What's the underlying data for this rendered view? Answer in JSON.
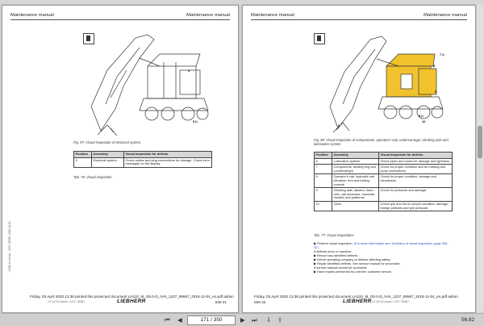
{
  "left_page": {
    "header_left": "Maintenance manual",
    "header_right": "Maintenance manual",
    "figure_caption": "Fig. 97: Visual inspection of electrical system",
    "callouts": [
      "9",
      "9 ▷"
    ],
    "table": {
      "headers": [
        "Position",
        "Assembly",
        "Visual inspection for defects"
      ],
      "rows": [
        [
          "9",
          "Electrical system",
          "Check cables and plug connections for damage. Check error messages on the display."
        ]
      ]
    },
    "table_caption": "Tab. 76: Visual inspection",
    "side_text": "LH110 M Litronic - 1227_89567_2019-12-04",
    "footer_line1": "Friday, 03.April 2020 13:38 printed this protected document LH110_M_G6.0-D_IVAI_1227_89567_2019-12-04_en.pdf admin",
    "footer_small": "LH 110 M Litronic / 1227 / 89567",
    "logo": "LIEBHERR",
    "page_number": "030-41"
  },
  "right_page": {
    "header_left": "Maintenance manual",
    "header_right": "Maintenance manual",
    "callouts": [
      "7 ▷",
      "8",
      "5",
      "9 ▷",
      "10",
      "6"
    ],
    "figure_caption": "Fig. 98: Visual inspection of components, operator's cab, undercarriage, climbing aids and lubrication system",
    "table": {
      "headers": [
        "Position",
        "Assembly",
        "Visual inspection for defects"
      ],
      "rows": [
        [
          "6",
          "Lubrication system",
          "Check pipes and hoses for damage and tightness."
        ],
        [
          "7",
          "Components, slewing ring and counterweight",
          "Check for proper condition and for missing and loose connections."
        ],
        [
          "8",
          "Operator's cab, hydraulic cab elevation, trim and folding console",
          "Check for proper condition, damage and cleanliness."
        ],
        [
          "9",
          "Climbing aids, ladders, hand rails, cab accesses, handrails handles and platforms",
          "Check for presence and damage."
        ],
        [
          "10",
          "Tyres",
          "Check tyre and rim for proper condition, damage, foreign particles and tyre pressure."
        ]
      ]
    },
    "table_caption": "Tab. 77: Visual inspections",
    "bullets": [
      {
        "marker": "▶",
        "text": "Perform visual inspection.",
        "link": "(For more information see: Definition of visual inspection, page 030-32)"
      },
      {
        "marker": "",
        "text": "If defects occur in machine:",
        "link": ""
      },
      {
        "marker": "▶",
        "text": "Record any identified defects.",
        "link": ""
      },
      {
        "marker": "▶",
        "text": "Inform operating company of defects affecting safety.",
        "link": ""
      },
      {
        "marker": "▶",
        "text": "Repair identified defects. See service manual for procedure.",
        "link": ""
      },
      {
        "marker": "",
        "text": "If service manual cannot be accessed:",
        "link": ""
      },
      {
        "marker": "▶",
        "text": "Have repairs performed by Liebherr customer service.",
        "link": ""
      }
    ],
    "footer_line1": "Friday, 03.April 2020 13:38 printed this protected document LH110_M_G6.0-D_IVAI_1227_89567_2019-12-04_en.pdf admin",
    "footer_small": "LH 110 M Litronic / 1227 / 89567",
    "logo": "LIEBHERR",
    "page_number": "030-42"
  },
  "toolbar": {
    "first_icon": "first-page-icon",
    "prev_icon": "prev-page-icon",
    "page_value": "171 / 350",
    "next_icon": "next-page-icon",
    "last_icon": "last-page-icon",
    "zoom": "56.82",
    "first_glyph": "⏮",
    "prev_glyph": "◀",
    "next_glyph": "▶",
    "last_glyph": "⏭",
    "down_glyph": "⇩",
    "up_glyph": "⇧"
  },
  "colors": {
    "highlight": "#f2c12e",
    "link": "#2b4cc8"
  }
}
